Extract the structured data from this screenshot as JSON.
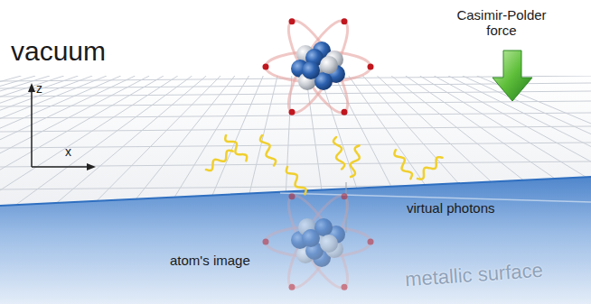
{
  "diagram": {
    "labels": [
      "vacuum",
      "Casimir-Polder force",
      "z",
      "x",
      "virtual photons",
      "atom's image",
      "metallic surface"
    ]
  }
}
